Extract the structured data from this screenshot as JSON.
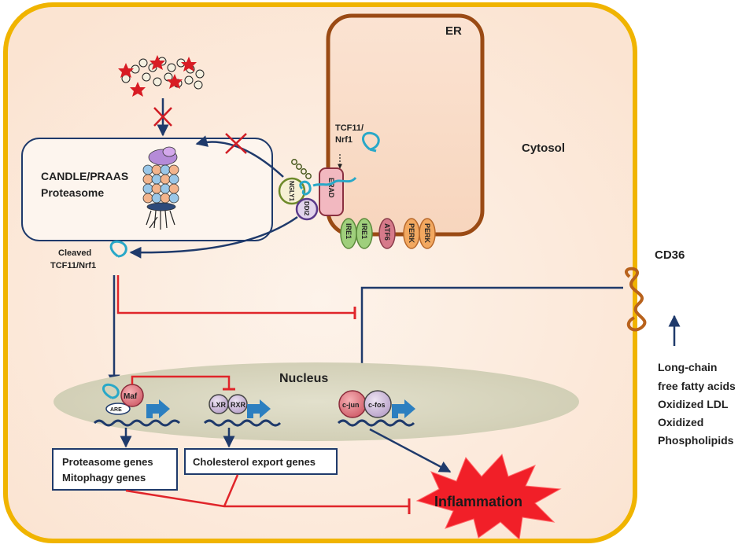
{
  "cell": {
    "cytosol_label": "Cytosol"
  },
  "er": {
    "title": "ER",
    "tcf11_label_line1": "TCF11/",
    "tcf11_label_line2": "Nrf1",
    "erad_label": "ERAD",
    "sensors": [
      "IRE1",
      "IRE1",
      "ATF6",
      "PERK",
      "PERK"
    ]
  },
  "proteasome": {
    "label_line1": "CANDLE/PRAAS",
    "label_line2": "Proteasome"
  },
  "enzymes": {
    "ngly1": "NGLY1",
    "ddi2": "DDI2"
  },
  "cleaved": {
    "line1": "Cleaved",
    "line2": "TCF11/Nrf1"
  },
  "receptor": {
    "label": "CD36"
  },
  "ligands": {
    "line1": "Long-chain",
    "line2": "free fatty acids",
    "line3": "Oxidized LDL",
    "line4": "Oxidized",
    "line5": "Phospholipids"
  },
  "nucleus": {
    "title": "Nucleus",
    "maf": "Maf",
    "are": "ARE",
    "lxr": "LXR",
    "rxr": "RXR",
    "cjun": "c-jun",
    "cfos": "c-fos"
  },
  "genes": {
    "proteasome_line1": "Proteasome genes",
    "proteasome_line2": "Mitophagy genes",
    "cholesterol": "Cholesterol export genes"
  },
  "outcome": {
    "inflammation": "Inflammation"
  },
  "colors": {
    "cell_border": "#f0b400",
    "cytosol": "#fdf0e6",
    "er_border": "#9a4a14",
    "arrow_blue": "#1f3a6b",
    "inhibit_red": "#e0252a",
    "nucleus_fill": "#dcd9c2"
  }
}
